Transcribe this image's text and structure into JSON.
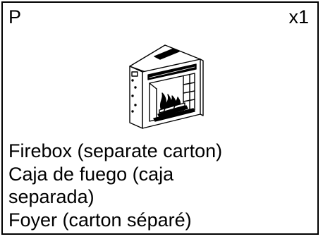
{
  "part": {
    "letter": "P",
    "quantity": "x1",
    "icon": "firebox-illustration",
    "description_lines": [
      "Firebox (separate carton)",
      "Caja de fuego (caja",
      "separada)",
      "Foyer (carton séparé)"
    ]
  }
}
